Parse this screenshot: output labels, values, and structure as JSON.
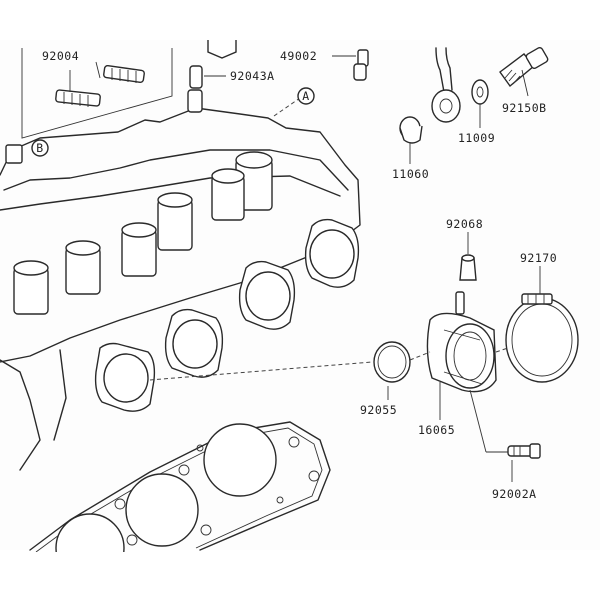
{
  "diagram": {
    "background": "#ffffff",
    "line_color": "#2a2a2a",
    "callouts": {
      "c92004": "92004",
      "c49002": "49002",
      "c92043A": "92043A",
      "c92150B": "92150B",
      "c11009": "11009",
      "c11060": "11060",
      "c92068": "92068",
      "c92170": "92170",
      "c92055": "92055",
      "c16065": "16065",
      "c92002A": "92002A"
    },
    "markers": {
      "a": "A",
      "b": "B"
    }
  }
}
